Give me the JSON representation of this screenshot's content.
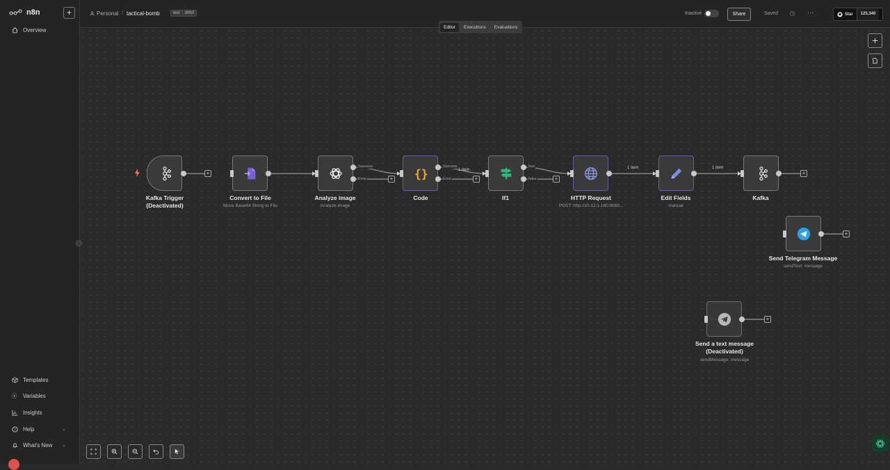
{
  "app": {
    "name": "n8n"
  },
  "sidebar": {
    "items": [
      {
        "label": "Overview",
        "icon": "home-icon"
      },
      {
        "label": "Templates",
        "icon": "box-icon"
      },
      {
        "label": "Variables",
        "icon": "variable-icon"
      },
      {
        "label": "Insights",
        "icon": "chart-icon"
      },
      {
        "label": "Help",
        "icon": "help-icon"
      },
      {
        "label": "What's New",
        "icon": "bell-icon"
      }
    ]
  },
  "header": {
    "project": "Personal",
    "workflow_name": "tactical-bomb",
    "tags": [
      "test",
      "dhfsf"
    ],
    "active_label": "Inactive",
    "share_label": "Share",
    "saved_label": "Saved",
    "github": {
      "star_label": "Star",
      "count": "125,340"
    }
  },
  "tabs": [
    "Editor",
    "Executions",
    "Evaluations"
  ],
  "nodes": [
    {
      "title": "Kafka Trigger",
      "title2": "(Deactivated)",
      "subtitle": ""
    },
    {
      "title": "Convert to File",
      "subtitle": "Move Base64 String to File"
    },
    {
      "title": "Analyze image",
      "subtitle": "Analyze image"
    },
    {
      "title": "Code",
      "subtitle": ""
    },
    {
      "title": "If1",
      "subtitle": ""
    },
    {
      "title": "HTTP Request",
      "subtitle": "POST: http://10.12.1.180:8080..."
    },
    {
      "title": "Edit Fields",
      "subtitle": "manual"
    },
    {
      "title": "Kafka",
      "subtitle": ""
    },
    {
      "title": "Send Telegram Message",
      "subtitle": "sendText: message"
    },
    {
      "title": "Send a text message",
      "title2": "(Deactivated)",
      "subtitle": "sendMessage: message"
    }
  ],
  "ports": {
    "success": "Success",
    "error": "Error",
    "true": "true",
    "false": "false"
  },
  "edge_labels": [
    "1 item",
    "1 item",
    "1 item"
  ],
  "colors": {
    "accent": "#ff6d5a",
    "code": "#f5a623",
    "if": "#35b57a",
    "http": "#7b8cde",
    "edit": "#7b8cde",
    "telegram": "#2aa3e0",
    "convert": "#7a5fd6"
  }
}
